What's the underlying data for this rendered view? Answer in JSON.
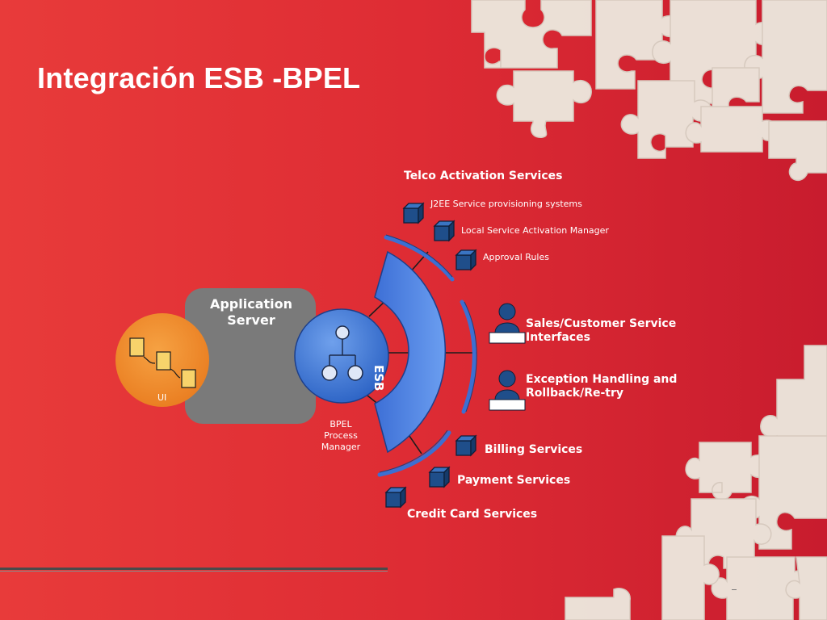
{
  "slide": {
    "title": "Integración ESB -BPEL"
  },
  "diagram": {
    "app_server_label": "Application Server",
    "ui_label": "UI",
    "bpel_label": "BPEL Process Manager",
    "esb_label": "ESB",
    "telco_header": "Telco Activation Services",
    "telco_items": [
      "J2EE Service provisioning systems",
      "Local Service Activation Manager",
      "Approval Rules"
    ],
    "human_items": [
      "Sales/Customer Service Interfaces",
      "Exception Handling and Rollback/Re-try"
    ],
    "services": [
      "Billing Services",
      "Payment Services",
      "Credit Card Services"
    ]
  },
  "colors": {
    "background": "#de2c34",
    "ui_circle": "#f08a2a",
    "app_server": "#767676",
    "bpel_circle": "#3f7ad6",
    "esb_band": "#4a7fe0",
    "cube": "#1f4e8a",
    "puzzle": "#ece5dc"
  }
}
